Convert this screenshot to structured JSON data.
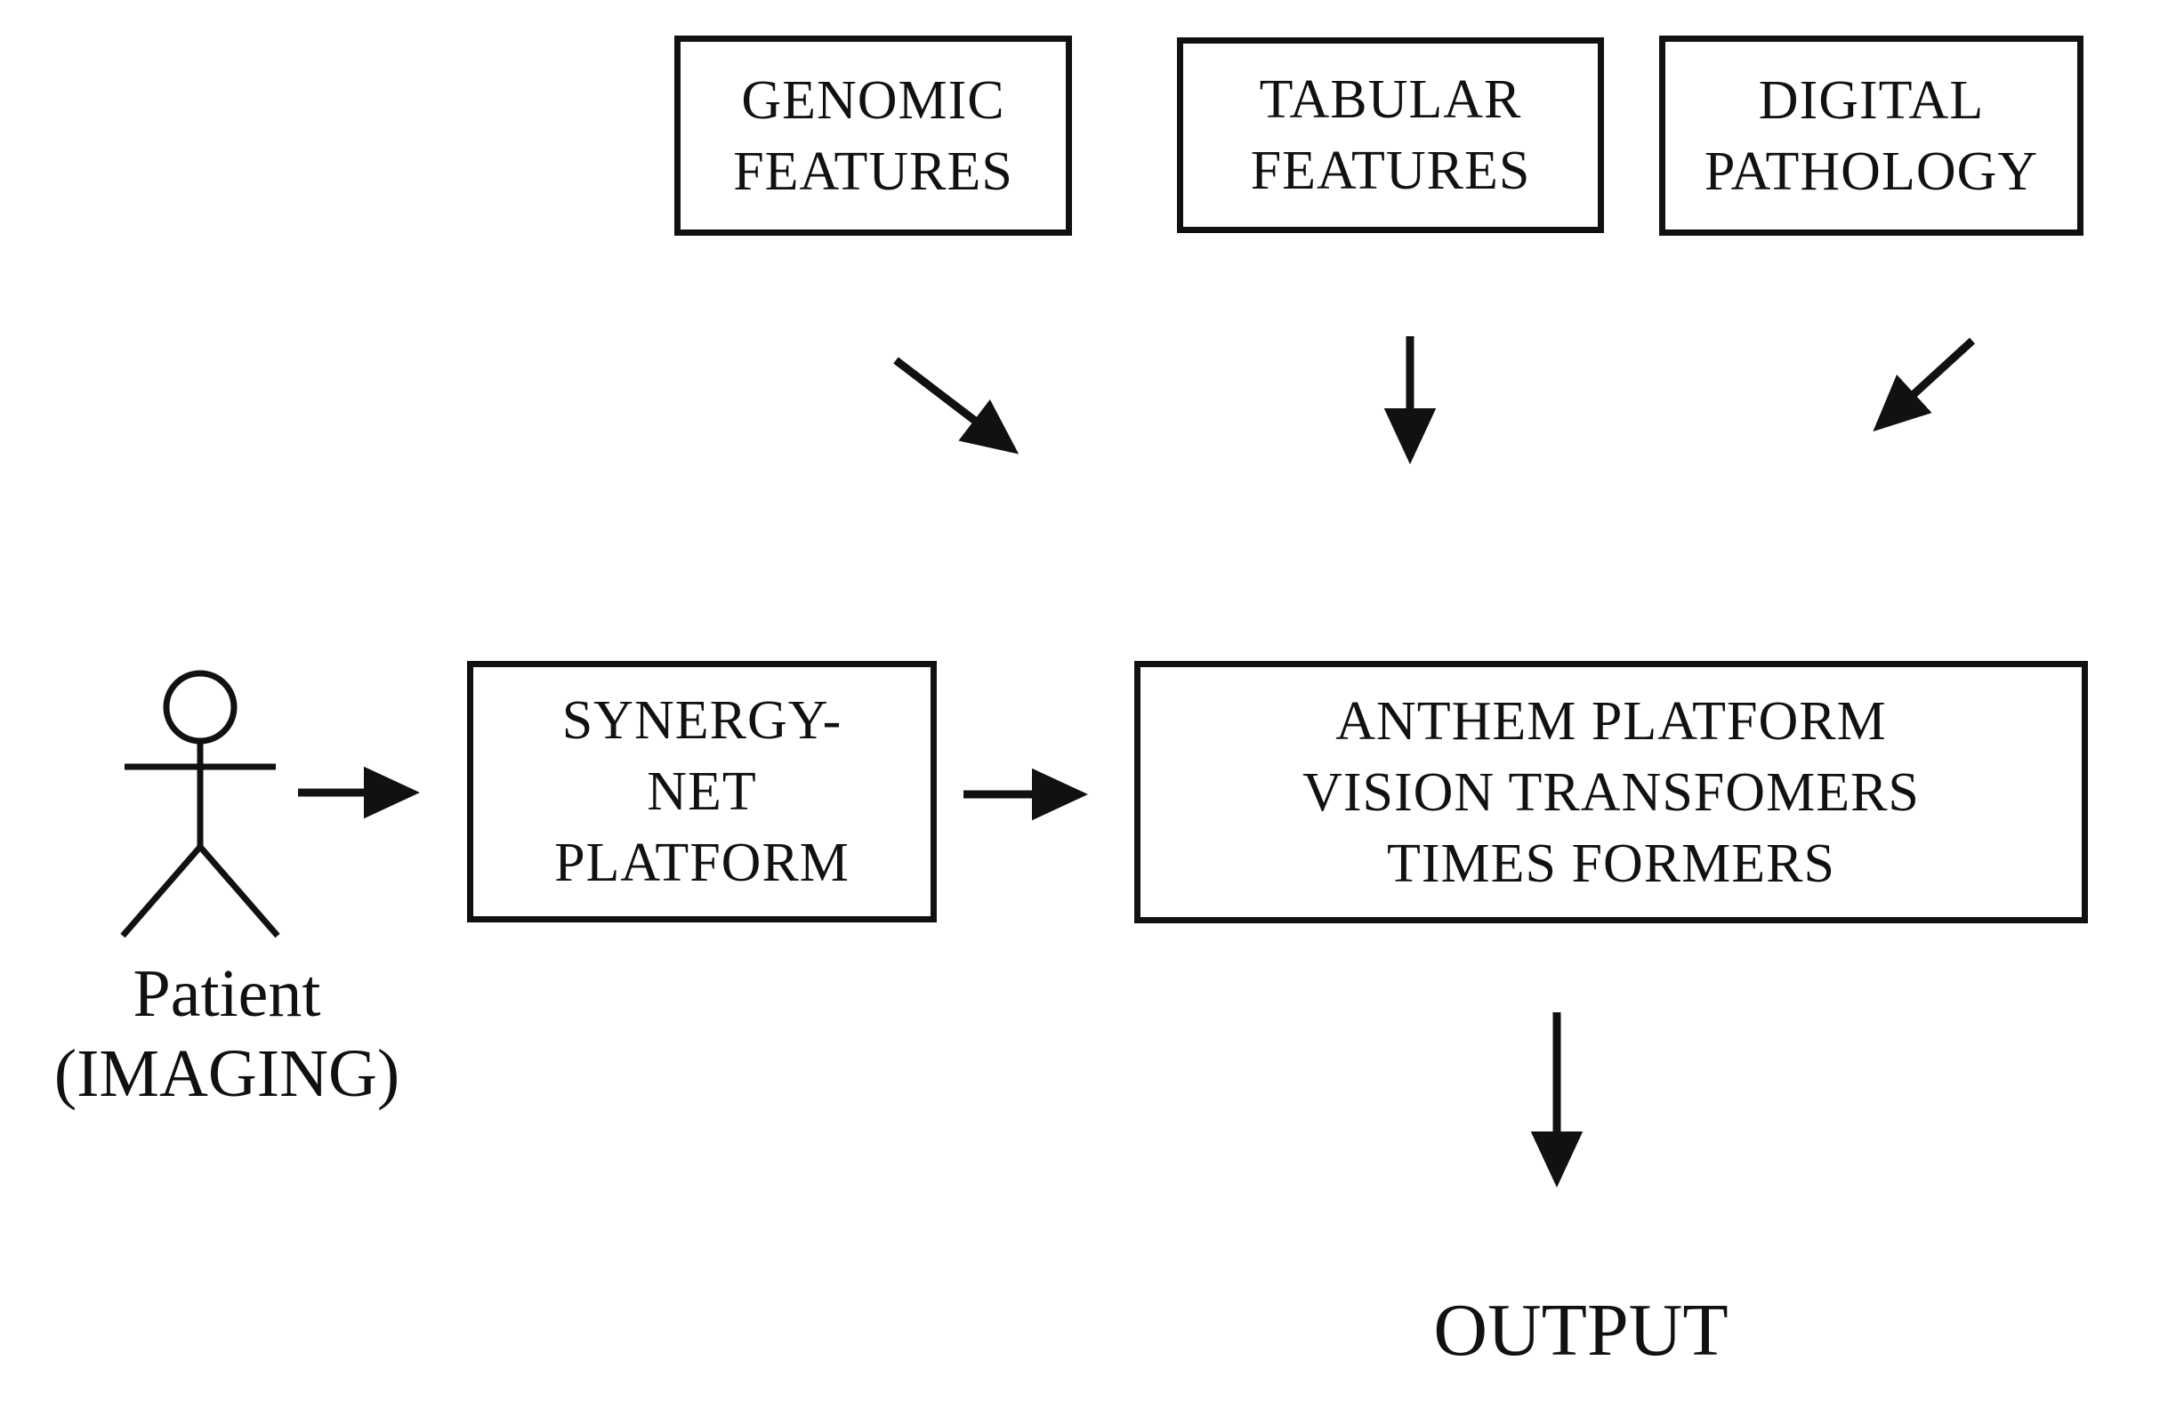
{
  "diagram": {
    "background_color": "#ffffff",
    "ink_color": "#111111",
    "nodes": {
      "genomic": {
        "lines": [
          "GENOMIC",
          "FEATURES"
        ]
      },
      "tabular": {
        "lines": [
          "TABULAR",
          "FEATURES"
        ]
      },
      "digital": {
        "lines": [
          "DIGITAL",
          "PATHOLOGY"
        ]
      },
      "synergy": {
        "lines": [
          "SYNERGY-",
          "NET",
          "PLATFORM"
        ]
      },
      "anthem": {
        "lines": [
          "ANTHEM PLATFORM",
          "VISION TRANSFOMERS",
          "TIMES FORMERS"
        ]
      }
    },
    "labels": {
      "patient": {
        "lines": [
          "Patient",
          "(IMAGING)"
        ]
      },
      "output": "OUTPUT"
    },
    "icons": {
      "patient_figure": "stick-figure-person"
    },
    "connections": [
      "genomic-features -> anthem-platform",
      "tabular-features -> anthem-platform",
      "digital-pathology -> anthem-platform",
      "patient-imaging -> synergy-net-platform",
      "synergy-net-platform -> anthem-platform",
      "anthem-platform -> output"
    ]
  }
}
